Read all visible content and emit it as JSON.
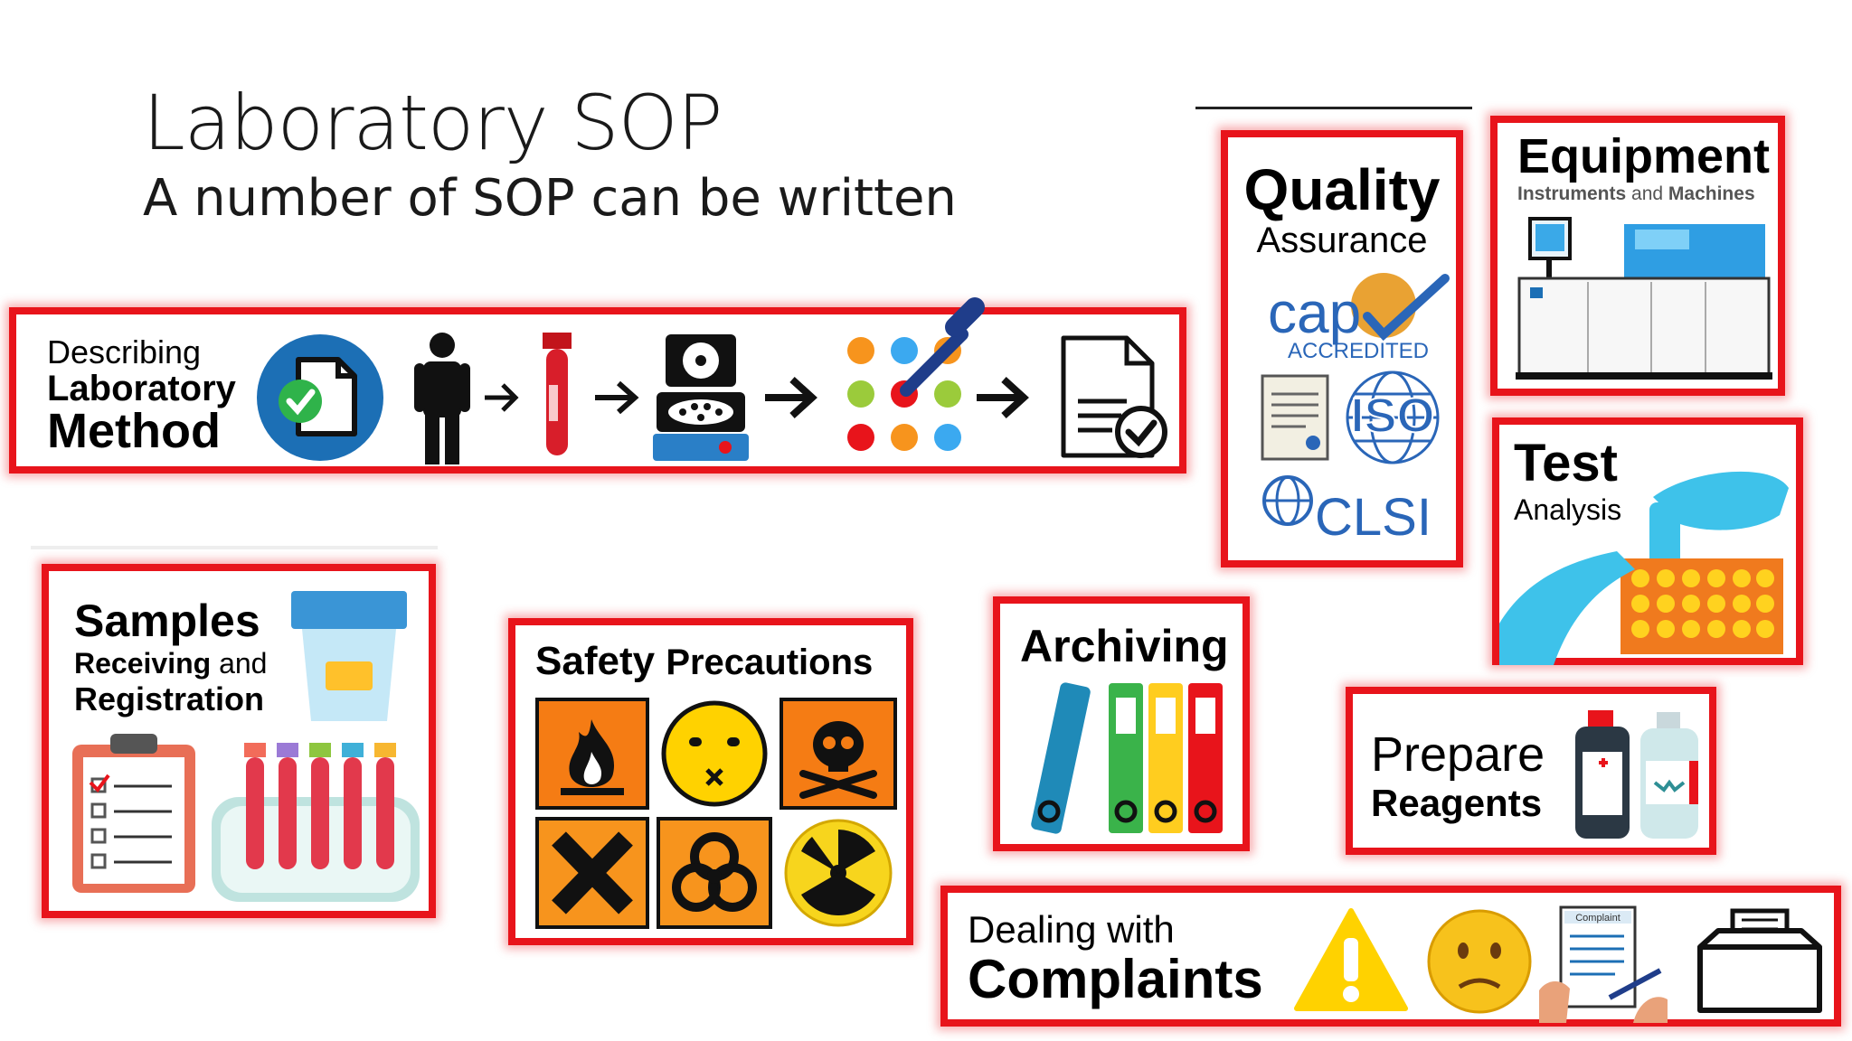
{
  "slide": {
    "title": "Laboratory SOP",
    "subtitle": "A number of SOP can be written"
  },
  "cards": {
    "method": {
      "line1": "Describing",
      "line2": "Laboratory",
      "line3": "Method"
    },
    "quality": {
      "line1": "Quality",
      "line2": "Assurance",
      "cap": "cap",
      "accredited": "ACCREDITED",
      "iso": "ISO",
      "clsi": "CLSI"
    },
    "equipment": {
      "line1": "Equipment",
      "line2a": "Instruments",
      "line2b": "and",
      "line2c": "Machines"
    },
    "test": {
      "line1": "Test",
      "line2": "Analysis"
    },
    "samples": {
      "line1": "Samples",
      "line2a": "Receiving",
      "line2b": "and",
      "line3": "Registration"
    },
    "safety": {
      "line1a": "Safety",
      "line1b": "Precautions"
    },
    "archiving": {
      "line1": "Archiving"
    },
    "reagents": {
      "line1": "Prepare",
      "line2": "Reagents"
    },
    "complaints": {
      "line1": "Dealing with",
      "line2": "Complaints",
      "clipboard_label": "Complaint"
    }
  },
  "colors": {
    "frame": "#e8141b",
    "biohazard": "#f7941d",
    "hazard_orange": "#f7941d",
    "blue_icon": "#1c6fb5",
    "warning_yellow": "#ffd200"
  },
  "icons": [
    "document-check-icon",
    "person-icon",
    "blood-tube-icon",
    "centrifuge-icon",
    "dots-pipette-icon",
    "report-check-icon",
    "cap-logo-icon",
    "certificate-icon",
    "iso-globe-icon",
    "clsi-globe-icon",
    "analyzer-machine-icon",
    "pipette-hand-icon",
    "urine-cup-icon",
    "clipboard-icon",
    "test-tube-rack-icon",
    "flammable-icon",
    "toxic-face-icon",
    "skull-icon",
    "harmful-x-icon",
    "biohazard-icon",
    "radiation-icon",
    "binders-icon",
    "reagent-bottles-icon",
    "warning-icon",
    "sad-face-icon",
    "complaint-form-icon",
    "suggestion-box-icon"
  ]
}
